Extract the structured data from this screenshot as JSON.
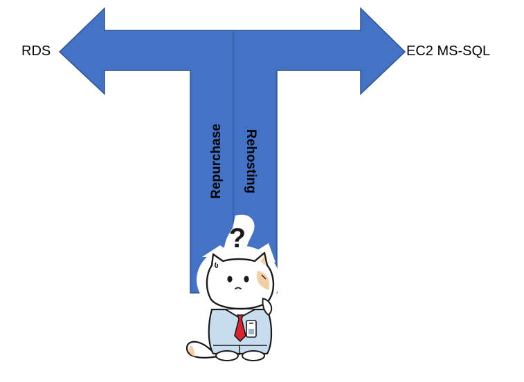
{
  "diagram": {
    "left_destination": "RDS",
    "right_destination": "EC2 MS-SQL",
    "left_path": "Repurchase",
    "right_path": "Rehosting",
    "question_mark": "?"
  },
  "colors": {
    "arrow_fill": "#4472c4",
    "arrow_stroke": "#2f528f",
    "cat_body": "#ffffff",
    "cat_shirt": "#c7dcee",
    "cat_tie": "#d9262e",
    "cat_patch": "#f3cfa6"
  },
  "icons": {
    "cat": "confused-cat-mascot-icon"
  }
}
